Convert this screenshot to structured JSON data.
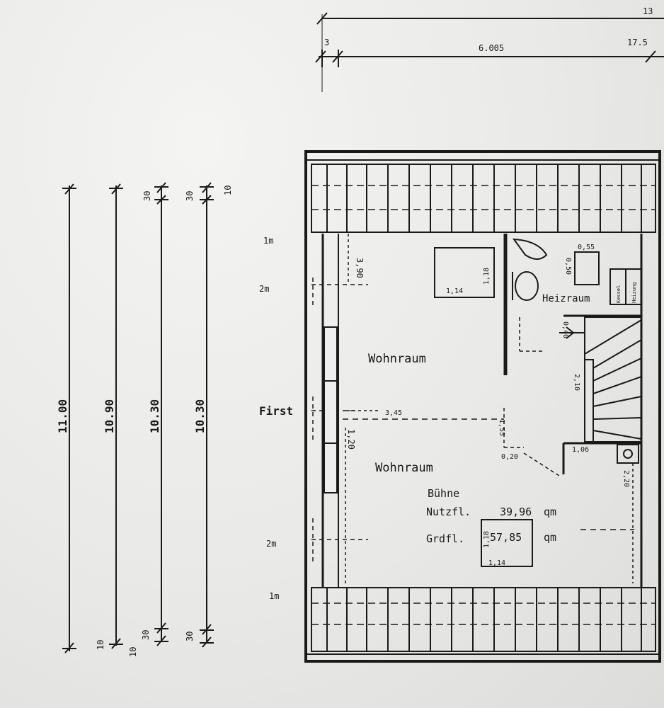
{
  "top_dims": {
    "overall": "13",
    "left": "3",
    "middle": "6.005",
    "right": "17.5"
  },
  "left_dims": {
    "line1": "11.00",
    "line2": "10.90",
    "line3": "10.30",
    "line4": "10.30",
    "end_top_30a": "30",
    "end_top_30b": "30",
    "end_top_10": "10",
    "end_bot_10a": "10",
    "end_bot_10b": "10",
    "end_bot_30a": "30",
    "end_bot_30b": "30"
  },
  "height_marks": {
    "top_1m": "1m",
    "top_2m": "2m",
    "ridge": "First",
    "bot_2m": "2m",
    "bot_1m": "1m"
  },
  "rooms": {
    "wohnraum_upper": "Wohnraum",
    "wohnraum_lower": "Wohnraum",
    "heizraum": "Heizraum",
    "kessel": "Kessel",
    "heizung": "Heizung"
  },
  "inner_dims": {
    "d390": "3,90",
    "d345": "3,45",
    "d120": "1,20",
    "d020": "0,20",
    "d155": "1,55",
    "d106": "1,06",
    "d210": "2,10",
    "d055": "0,55",
    "d050": "0,50",
    "d220": "2,20",
    "skylight_top_w": "1,14",
    "skylight_top_h": "1,18",
    "skylight_bot_w": "1,14",
    "skylight_bot_h": "1,18",
    "d040": "0,40"
  },
  "summary": {
    "title": "Bühne",
    "nutzfl_label": "Nutzfl.",
    "nutzfl_value": "39,96",
    "unit": "qm",
    "grdfl_label": "Grdfl.",
    "grdfl_value": "57,85",
    "unit2": "qm"
  }
}
